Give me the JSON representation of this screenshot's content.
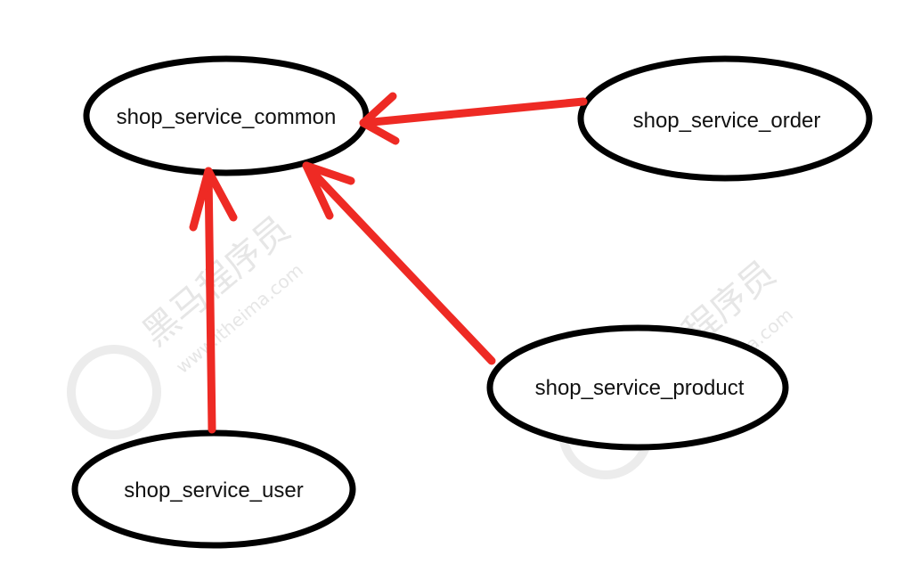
{
  "diagram": {
    "nodes": {
      "common": {
        "label": "shop_service_common"
      },
      "order": {
        "label": "shop_service_order"
      },
      "user": {
        "label": "shop_service_user"
      },
      "product": {
        "label": "shop_service_product"
      }
    },
    "edges": [
      {
        "from": "order",
        "to": "common"
      },
      {
        "from": "user",
        "to": "common"
      },
      {
        "from": "product",
        "to": "common"
      }
    ],
    "colors": {
      "edge": "#ee2a24",
      "node_border": "#000000"
    }
  }
}
